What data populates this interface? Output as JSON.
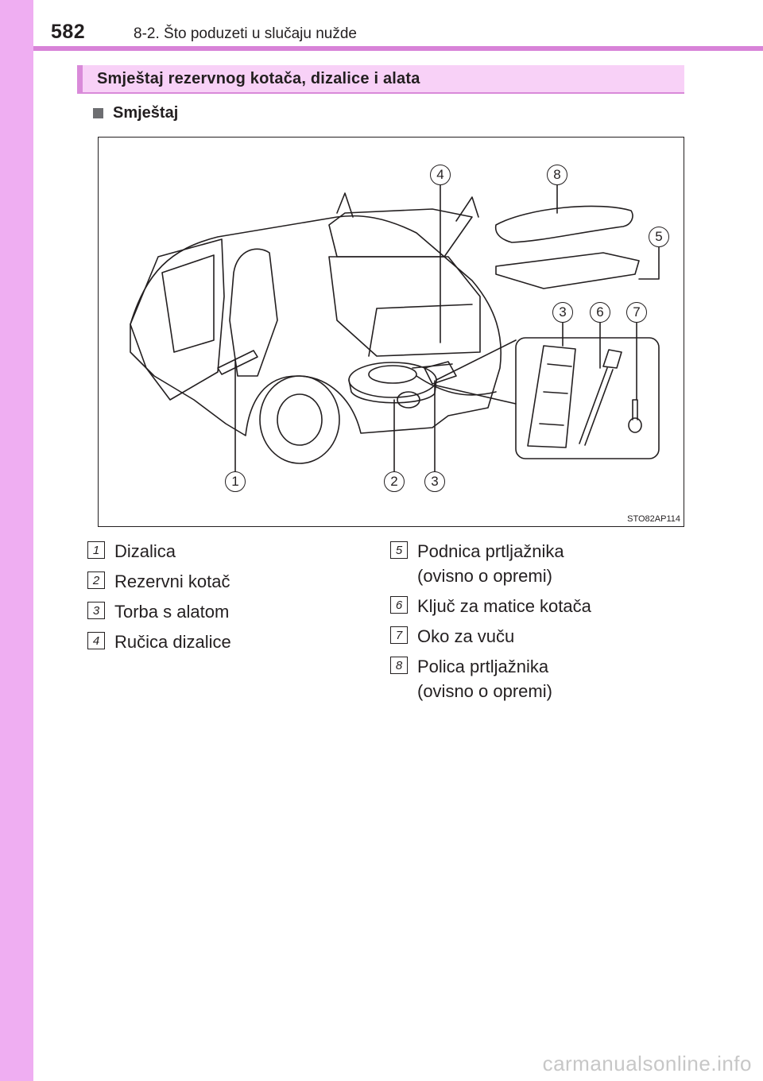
{
  "header": {
    "page_number": "582",
    "chapter": "8-2. Što poduzeti u slučaju nužde"
  },
  "section": {
    "title": "Smještaj rezervnog kotača, dizalice i alata",
    "subheading": "Smještaj"
  },
  "figure": {
    "code": "STO82AP114",
    "callouts": [
      "1",
      "2",
      "3",
      "4",
      "5",
      "3",
      "6",
      "7",
      "8"
    ]
  },
  "legend": {
    "left": [
      {
        "num": "1",
        "text": "Dizalica"
      },
      {
        "num": "2",
        "text": "Rezervni kotač"
      },
      {
        "num": "3",
        "text": "Torba s alatom"
      },
      {
        "num": "4",
        "text": "Ručica dizalice"
      }
    ],
    "right": [
      {
        "num": "5",
        "text": "Podnica prtljažnika\n(ovisno o opremi)"
      },
      {
        "num": "6",
        "text": "Ključ za matice kotača"
      },
      {
        "num": "7",
        "text": "Oko za vuču"
      },
      {
        "num": "8",
        "text": "Polica prtljažnika\n(ovisno o opremi)"
      }
    ]
  },
  "watermark": "carmanualsonline.info",
  "colors": {
    "sidebar": "#efaef2",
    "header_line": "#d883d8",
    "banner_bg": "#f8d1f7",
    "banner_accent": "#d98ad9"
  }
}
